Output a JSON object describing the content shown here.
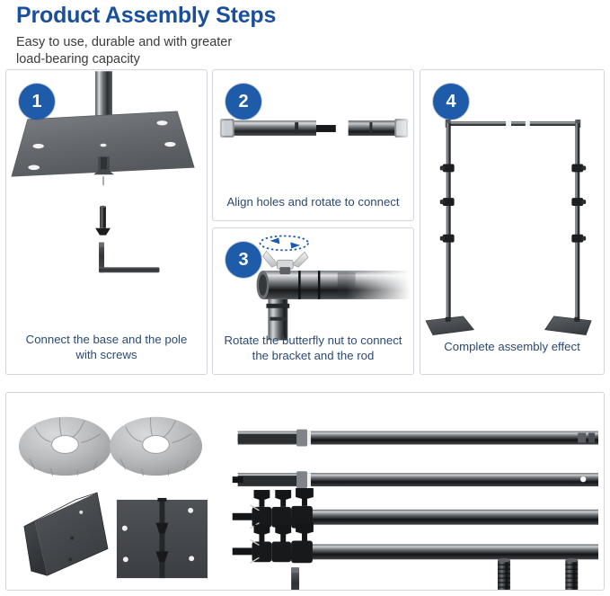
{
  "header": {
    "title": "Product Assembly Steps",
    "subtitle": "Easy to use, durable and with greater\nload-bearing capacity"
  },
  "colors": {
    "title_blue": "#1a4f9c",
    "badge_blue": "#1e5ba8",
    "caption_blue": "#2b4a73",
    "panel_border": "#d2d6dc",
    "metal_dark": "#4a4e52",
    "metal_black": "#1c1c1c",
    "sandbag_gray": "#b6b8ba",
    "arrow_blue": "#1e5ba8",
    "background": "#ffffff"
  },
  "steps": [
    {
      "number": "1",
      "caption": "Connect the base and the pole\nwith screws",
      "illustration": "base-plate-with-pole-screw-and-allen-key"
    },
    {
      "number": "2",
      "caption": "Align holes and rotate to connect",
      "illustration": "two-rod-segments-aligning"
    },
    {
      "number": "3",
      "caption": "Rotate the butterfly nut to connect\nthe bracket and the rod",
      "illustration": "butterfly-nut-on-crossbar-bracket-with-rotation-arrow"
    },
    {
      "number": "4",
      "caption": "Complete assembly effect",
      "illustration": "complete-backdrop-stand-frame"
    }
  ],
  "parts": [
    {
      "name": "sandbag-weight-left",
      "label": "round sandbag weight"
    },
    {
      "name": "sandbag-weight-right",
      "label": "round sandbag weight"
    },
    {
      "name": "base-plate-tilted",
      "label": "metal base plate"
    },
    {
      "name": "base-plate-flat",
      "label": "metal base plate with holes"
    },
    {
      "name": "crossbar-rod-upper",
      "label": "telescoping crossbar rod"
    },
    {
      "name": "crossbar-rod-lower",
      "label": "telescoping crossbar rod"
    },
    {
      "name": "upright-pole-upper",
      "label": "telescoping upright pole with butterfly clamps"
    },
    {
      "name": "upright-pole-lower",
      "label": "telescoping upright pole with butterfly clamps"
    },
    {
      "name": "allen-key",
      "label": "L-shaped allen wrench"
    },
    {
      "name": "screw-left",
      "label": "flat head screw"
    },
    {
      "name": "screw-right",
      "label": "flat head screw"
    }
  ]
}
